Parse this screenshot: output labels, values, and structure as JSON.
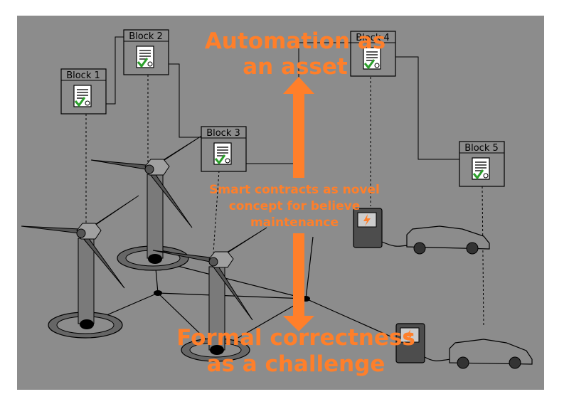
{
  "blocks": [
    {
      "label": "Block 1"
    },
    {
      "label": "Block 2"
    },
    {
      "label": "Block 3"
    },
    {
      "label": "Block 4"
    },
    {
      "label": "Block 5"
    }
  ],
  "top_text": {
    "line1": "Automation as",
    "line2": "an asset"
  },
  "center_text": {
    "line1": "Smart contracts as novel",
    "line2": "concept for believe",
    "line3": "maintenance"
  },
  "bottom_text": {
    "line1": "Formal correctness",
    "line2": "as a challenge"
  },
  "colors": {
    "background": "#8c8c8c",
    "accent": "#ff7f2a",
    "check": "#2ca02c"
  },
  "icons": [
    "document-check-icon",
    "wind-turbine-icon",
    "charging-station-icon",
    "electric-car-icon"
  ]
}
